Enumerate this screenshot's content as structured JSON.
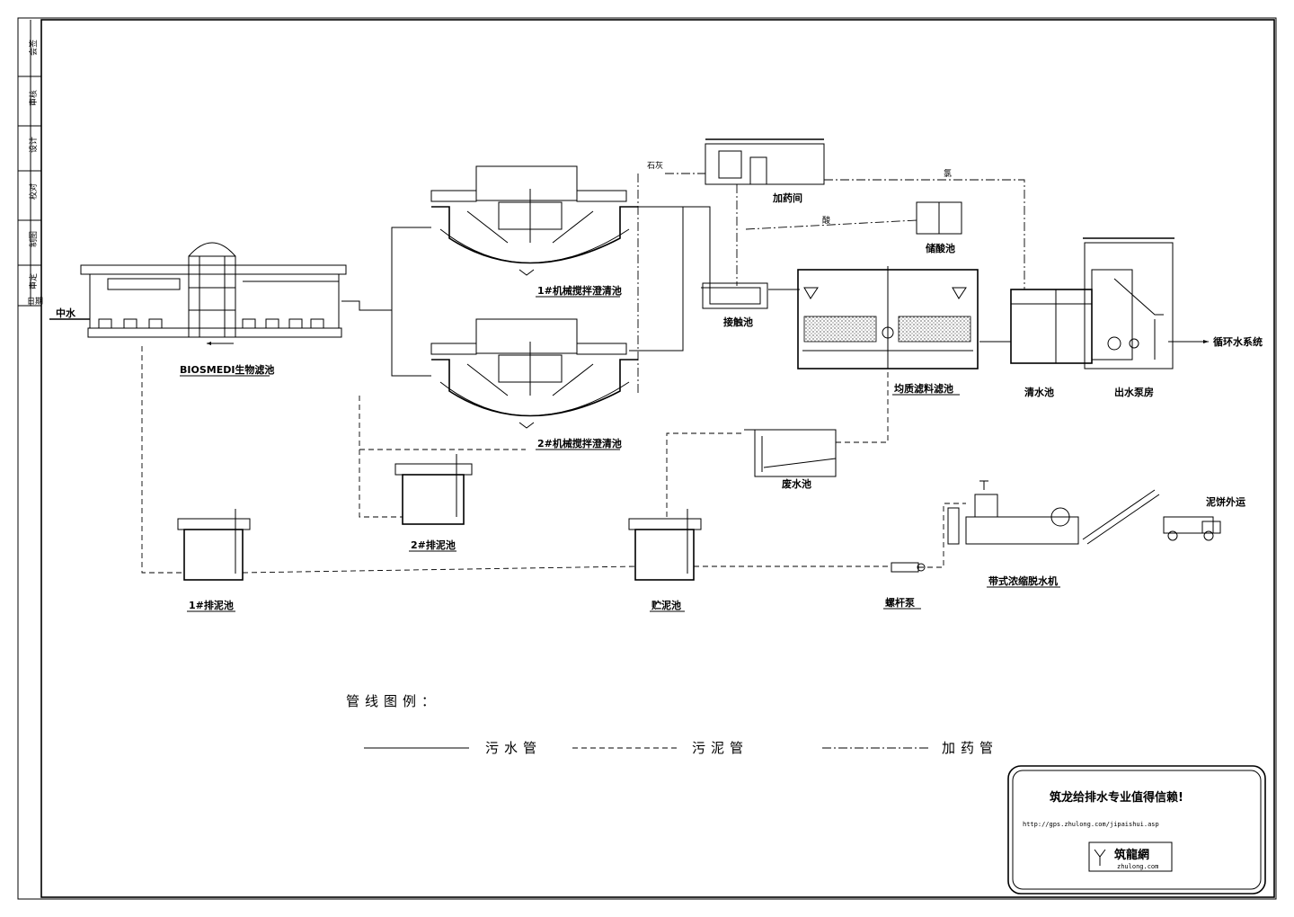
{
  "units": {
    "biosmedi": "BIOSMEDI生物滤池",
    "clarifier1": "1#机械搅拌澄清池",
    "clarifier2": "2#机械搅拌澄清池",
    "dosing_room": "加药间",
    "acid_tank": "储酸池",
    "contact_tank": "接触池",
    "filter": "均质滤料滤池",
    "clear_tank": "清水池",
    "pump_house": "出水泵房",
    "waste_tank": "废水池",
    "sludge_pit2": "2#排泥池",
    "sludge_pit1": "1#排泥池",
    "sludge_store": "贮泥池",
    "screw_pump": "螺杆泵",
    "belt_press": "带式浓缩脱水机"
  },
  "flow_labels": {
    "inlet": "中水",
    "outlet": "循环水系统",
    "cake_out": "泥饼外运",
    "lime": "石灰",
    "chem1": "氯",
    "chem2": "酸"
  },
  "legend": {
    "title": "管线图例：",
    "sewage": "污水管",
    "sludge": "污泥管",
    "dosing": "加药管"
  },
  "stamp": {
    "slogan": "筑龙给排水专业值得信赖!",
    "url": "http://gps.zhulong.com/jipaishui.asp",
    "logo_text": "筑龍網",
    "logo_sub": "zhulong.com"
  },
  "title_strip": [
    "会签",
    "审核",
    "设计",
    "校对",
    "制图",
    "审定",
    "日期"
  ]
}
